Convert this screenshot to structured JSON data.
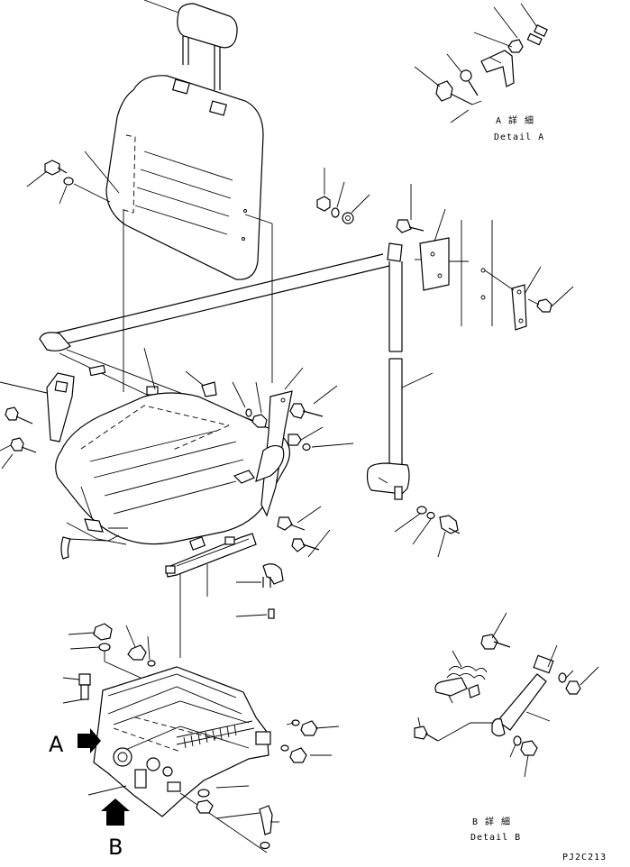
{
  "detail_a": {
    "jp": "A 詳 細",
    "en": "Detail A"
  },
  "detail_b": {
    "jp": "B 詳 細",
    "en": "Detail B"
  },
  "view_labels": {
    "a": "A",
    "b": "B"
  },
  "drawing_code": "PJ2C213"
}
